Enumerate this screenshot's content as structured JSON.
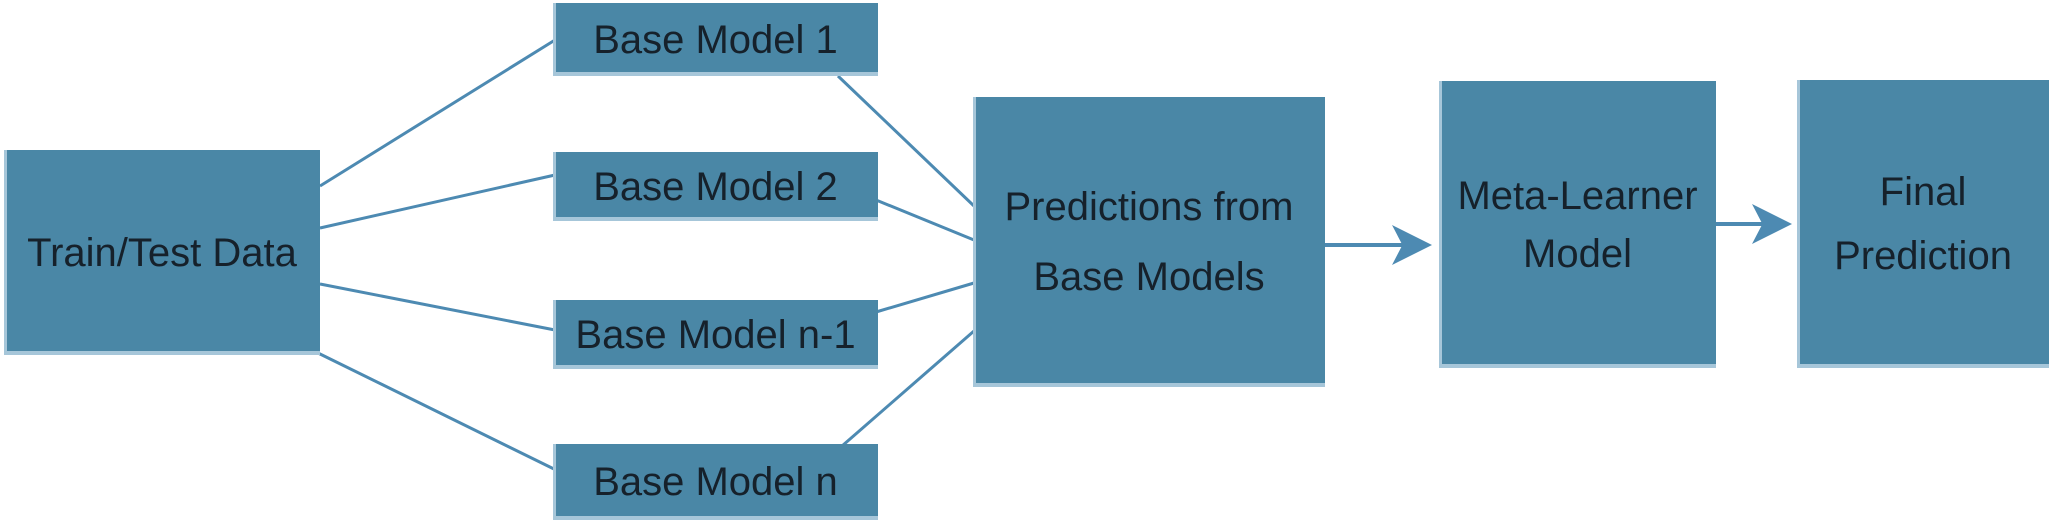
{
  "colors": {
    "box_fill": "#4A87A6",
    "box_highlight": "#A6C6D9",
    "connector": "#4D8AB2",
    "text": "#16212B",
    "canvas_bg": "#FFFFFF"
  },
  "nodes": {
    "train": {
      "label": "Train/Test Data"
    },
    "base1": {
      "label": "Base Model 1"
    },
    "base2": {
      "label": "Base Model 2"
    },
    "base_n_minus_1": {
      "label": "Base Model n-1"
    },
    "base_n": {
      "label": "Base Model n"
    },
    "predictions": {
      "line1": "Predictions from",
      "line2": "Base Models"
    },
    "meta": {
      "line1": "Meta-Learner",
      "line2": "Model"
    },
    "final": {
      "line1": "Final",
      "line2": "Prediction"
    }
  },
  "edges": [
    {
      "from": "train",
      "to": "base1",
      "arrow": false
    },
    {
      "from": "train",
      "to": "base2",
      "arrow": false
    },
    {
      "from": "train",
      "to": "base_n_minus_1",
      "arrow": false
    },
    {
      "from": "train",
      "to": "base_n",
      "arrow": false
    },
    {
      "from": "base1",
      "to": "predictions",
      "arrow": false
    },
    {
      "from": "base2",
      "to": "predictions",
      "arrow": false
    },
    {
      "from": "base_n_minus_1",
      "to": "predictions",
      "arrow": false
    },
    {
      "from": "base_n",
      "to": "predictions",
      "arrow": false
    },
    {
      "from": "predictions",
      "to": "meta",
      "arrow": true
    },
    {
      "from": "meta",
      "to": "final",
      "arrow": true
    }
  ]
}
